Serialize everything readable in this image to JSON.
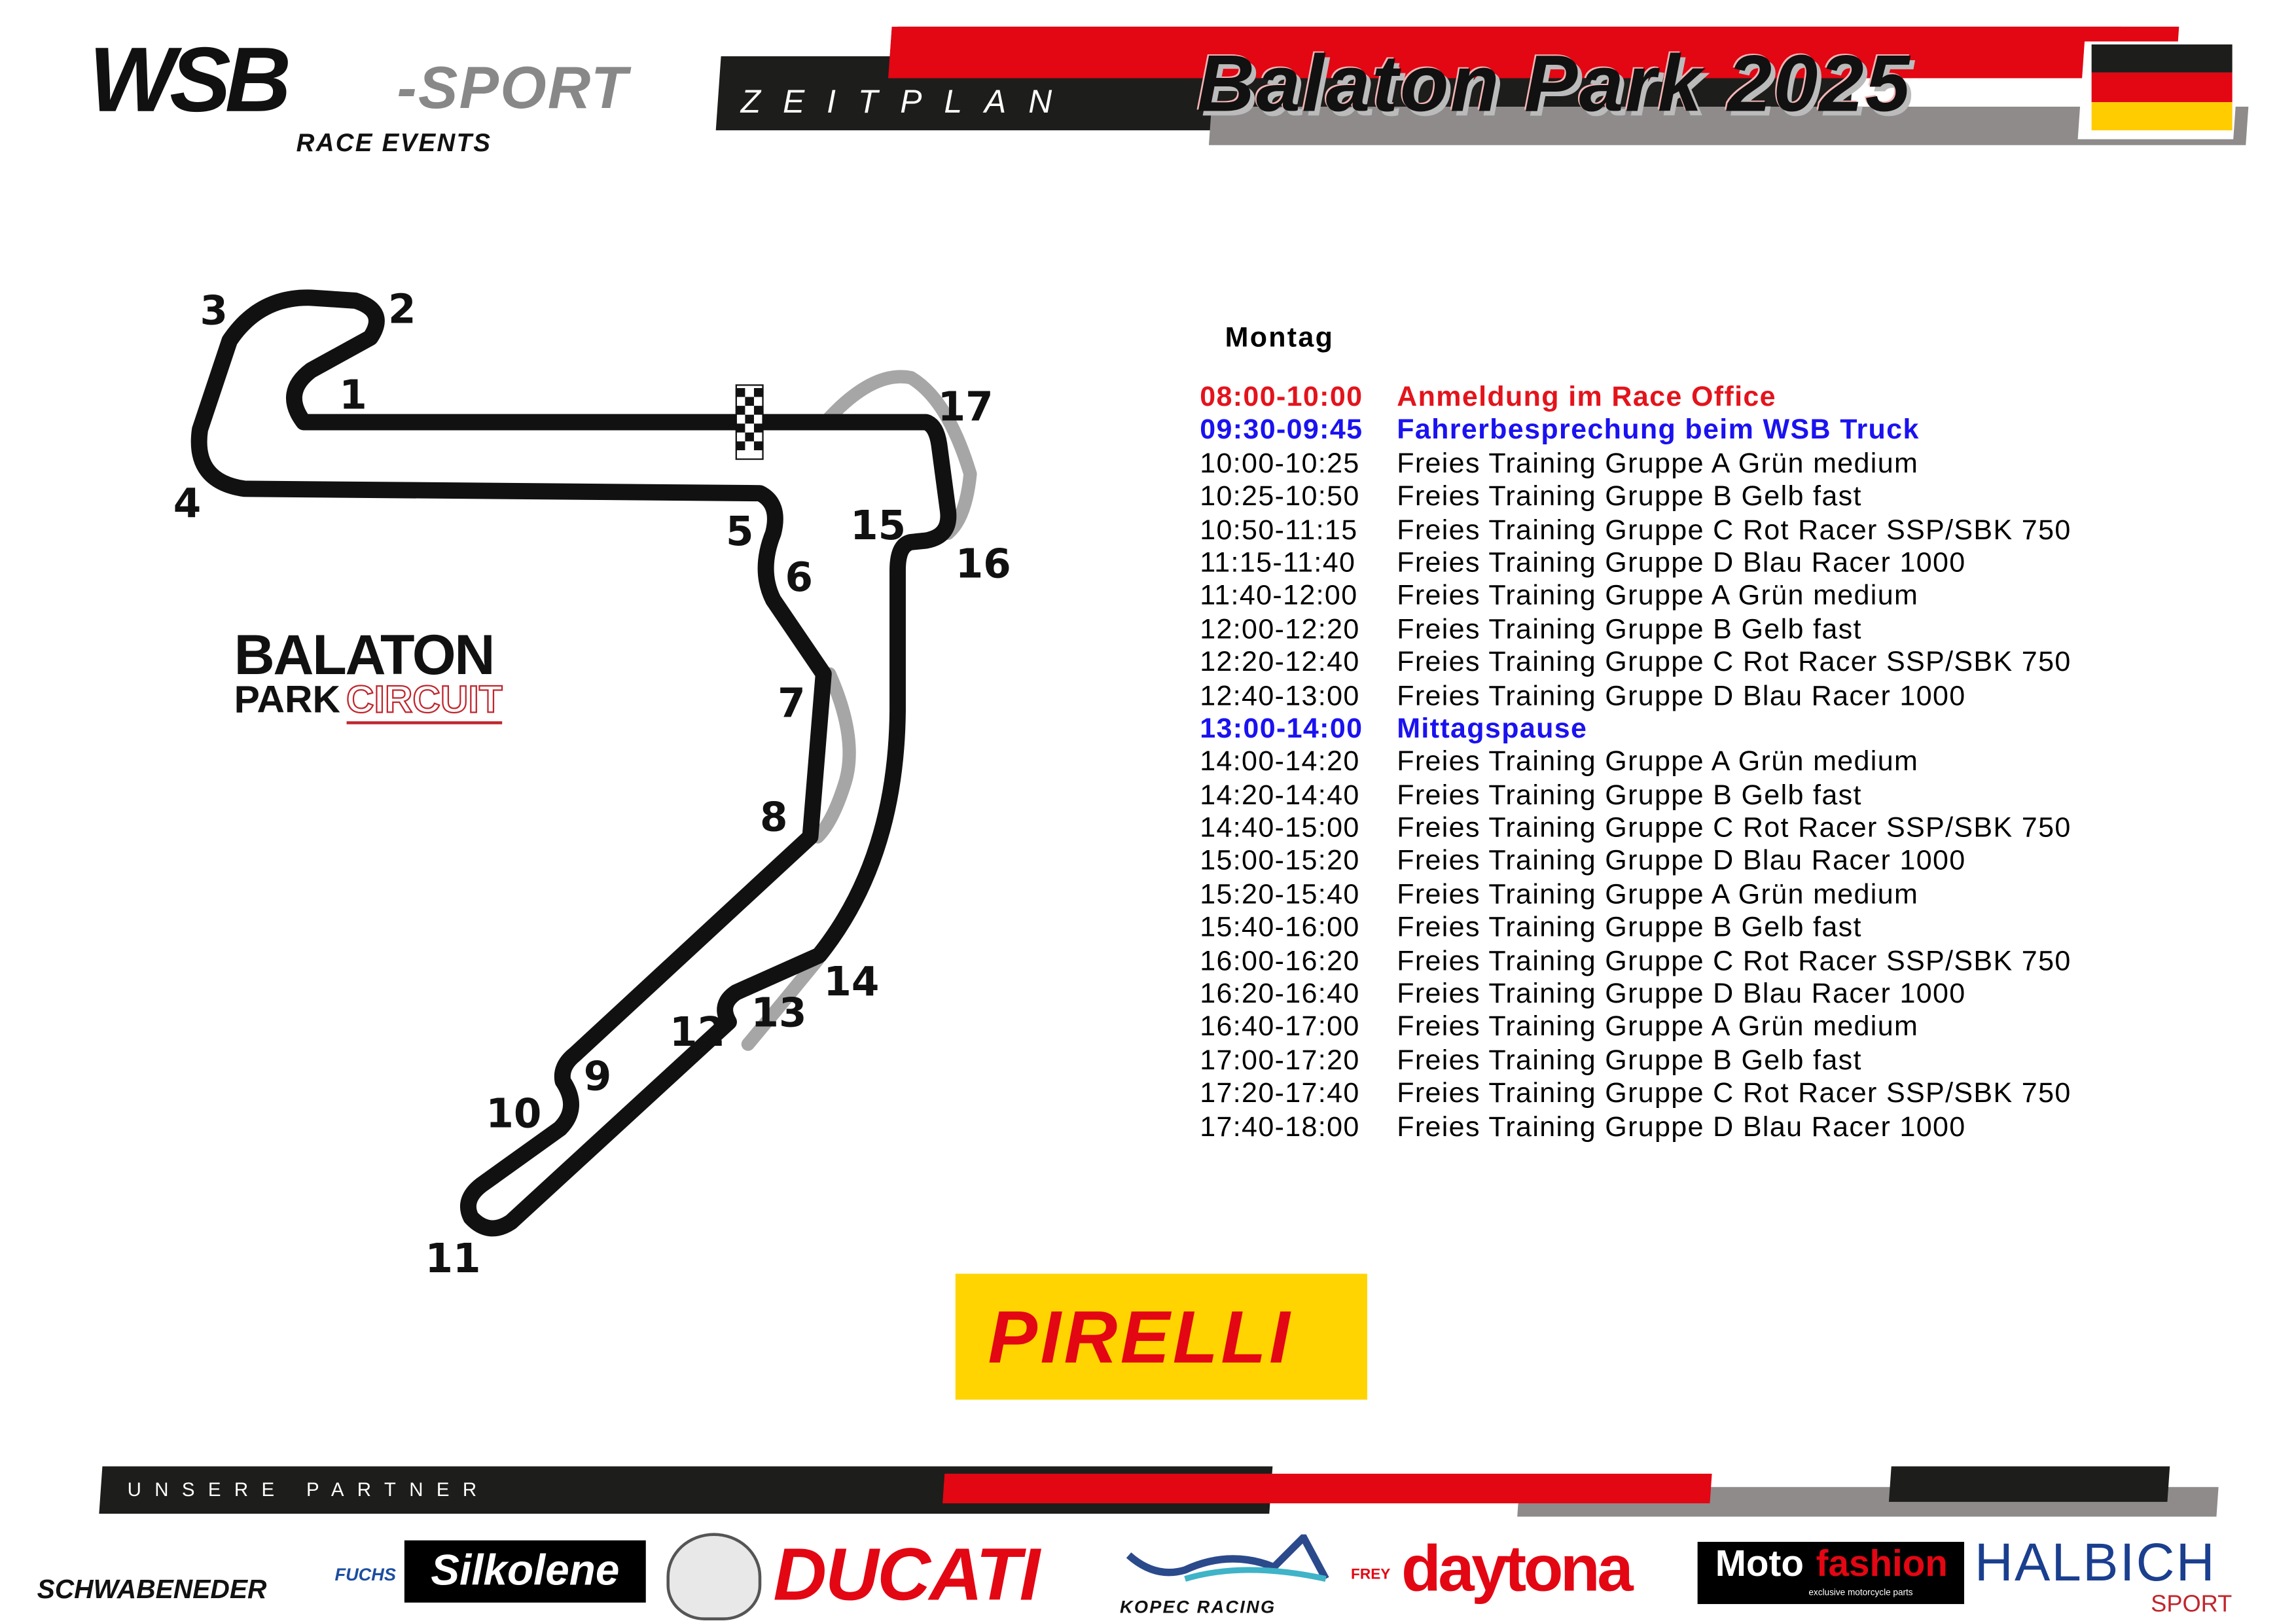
{
  "header": {
    "logo_main": "WSB",
    "logo_sport": "-SPORT",
    "logo_sub": "RACE EVENTS",
    "section_label": "ZEITPLAN",
    "event_title": "Balaton Park 2025",
    "flag": "germany-flag"
  },
  "colors": {
    "red": "#e30613",
    "dark": "#1d1d1b",
    "gray": "#8e8b8a",
    "blue": "#1a12f0"
  },
  "track": {
    "logo_line1": "BALATON",
    "logo_line2a": "PARK",
    "logo_line2b": "CIRCUIT",
    "corners": [
      "1",
      "2",
      "3",
      "4",
      "5",
      "6",
      "7",
      "8",
      "9",
      "10",
      "11",
      "12",
      "13",
      "14",
      "15",
      "16",
      "17"
    ]
  },
  "schedule": {
    "day": "Montag",
    "rows": [
      {
        "time": "08:00-10:00",
        "text": "Anmeldung im Race Office",
        "style": "red"
      },
      {
        "time": "09:30-09:45",
        "text": "Fahrerbesprechung beim WSB Truck",
        "style": "blue"
      },
      {
        "time": "10:00-10:25",
        "text": "Freies Training Gruppe A Grün medium",
        "style": ""
      },
      {
        "time": "10:25-10:50",
        "text": "Freies Training Gruppe B Gelb fast",
        "style": ""
      },
      {
        "time": "10:50-11:15",
        "text": "Freies Training Gruppe C Rot Racer SSP/SBK 750",
        "style": ""
      },
      {
        "time": "11:15-11:40",
        "text": "Freies Training Gruppe D Blau Racer 1000",
        "style": ""
      },
      {
        "time": "11:40-12:00",
        "text": "Freies Training Gruppe A Grün medium",
        "style": ""
      },
      {
        "time": "12:00-12:20",
        "text": "Freies Training Gruppe B Gelb fast",
        "style": ""
      },
      {
        "time": "12:20-12:40",
        "text": "Freies Training Gruppe C Rot Racer SSP/SBK 750",
        "style": ""
      },
      {
        "time": "12:40-13:00",
        "text": "Freies Training Gruppe D Blau Racer 1000",
        "style": ""
      },
      {
        "time": "13:00-14:00",
        "text": "Mittagspause",
        "style": "blue"
      },
      {
        "time": "14:00-14:20",
        "text": "Freies Training Gruppe A Grün medium",
        "style": ""
      },
      {
        "time": "14:20-14:40",
        "text": "Freies Training Gruppe B Gelb fast",
        "style": ""
      },
      {
        "time": "14:40-15:00",
        "text": "Freies Training Gruppe C Rot Racer SSP/SBK 750",
        "style": ""
      },
      {
        "time": "15:00-15:20",
        "text": "Freies Training Gruppe D Blau Racer 1000",
        "style": ""
      },
      {
        "time": "15:20-15:40",
        "text": "Freies Training Gruppe A Grün medium",
        "style": ""
      },
      {
        "time": "15:40-16:00",
        "text": "Freies Training Gruppe B Gelb fast",
        "style": ""
      },
      {
        "time": "16:00-16:20",
        "text": "Freies Training Gruppe C Rot Racer SSP/SBK 750",
        "style": ""
      },
      {
        "time": "16:20-16:40",
        "text": "Freies Training Gruppe D Blau Racer 1000",
        "style": ""
      },
      {
        "time": "16:40-17:00",
        "text": "Freies Training Gruppe A Grün medium",
        "style": ""
      },
      {
        "time": "17:00-17:20",
        "text": "Freies Training Gruppe B Gelb fast",
        "style": ""
      },
      {
        "time": "17:20-17:40",
        "text": "Freies Training Gruppe C Rot Racer SSP/SBK 750",
        "style": ""
      },
      {
        "time": "17:40-18:00",
        "text": "Freies Training Gruppe D Blau Racer 1000",
        "style": ""
      }
    ]
  },
  "sponsor_main": "PIRELLI",
  "partners": {
    "label": "UNSERE PARTNER",
    "logos": [
      "SCHWABENEDER",
      "FUCHS",
      "Silkolene",
      "DUCATI",
      "KOPEC RACING",
      "FREY",
      "daytona",
      "Moto",
      "fashion",
      "exclusive motorcycle parts",
      "HALBICH",
      "SPORT"
    ]
  }
}
